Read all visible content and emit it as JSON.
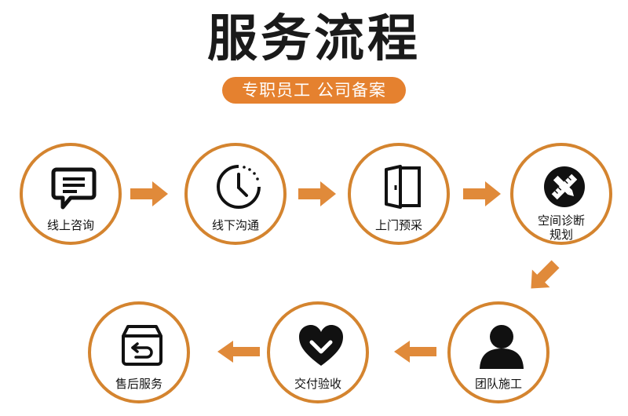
{
  "header": {
    "title": "服务流程",
    "subtitle": "专职员工 公司备案"
  },
  "colors": {
    "accent": "#e5812f",
    "ring": "#d4842f",
    "arrow": "#e08a3a",
    "icon": "#111111"
  },
  "steps": [
    {
      "label": "线上咨询",
      "icon": "chat-icon"
    },
    {
      "label": "线下沟通",
      "icon": "clock-icon"
    },
    {
      "label": "上门预采",
      "icon": "door-icon"
    },
    {
      "label": "空间诊断\n规划",
      "label_line1": "空间诊断",
      "label_line2": "规划",
      "icon": "ruler-pencil-icon"
    },
    {
      "label": "团队施工",
      "icon": "person-icon"
    },
    {
      "label": "交付验收",
      "icon": "heart-check-icon"
    },
    {
      "label": "售后服务",
      "icon": "return-box-icon"
    }
  ]
}
